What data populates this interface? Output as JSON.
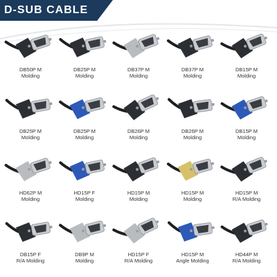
{
  "header": {
    "title": "D-SUB CABLE"
  },
  "colors": {
    "banner": "#1b3a5c",
    "shell_black": "#2b2e33",
    "shell_gray": "#b9bcbf",
    "shell_blue": "#2d59b8",
    "shell_yellow": "#d6c06a",
    "metal": "#c9ccd0"
  },
  "products": [
    {
      "name": "DB50P M",
      "type": "Molding",
      "color": "black",
      "icon": "db-connector-icon"
    },
    {
      "name": "DB25P M",
      "type": "Molding",
      "color": "black",
      "icon": "db-connector-icon"
    },
    {
      "name": "DB37P M",
      "type": "Molding",
      "color": "gray",
      "icon": "db-connector-icon"
    },
    {
      "name": "DB37P M",
      "type": "Molding",
      "color": "black",
      "icon": "db-connector-icon"
    },
    {
      "name": "DB15P M",
      "type": "Molding",
      "color": "black",
      "icon": "db-connector-icon"
    },
    {
      "name": "DB25P M",
      "type": "Molding",
      "color": "black",
      "icon": "db-connector-icon"
    },
    {
      "name": "DB25P M",
      "type": "Molding",
      "color": "blue",
      "icon": "db-connector-icon"
    },
    {
      "name": "DB26P M",
      "type": "Molding",
      "color": "black",
      "icon": "db-connector-icon"
    },
    {
      "name": "DB26P M",
      "type": "Molding",
      "color": "black",
      "icon": "db-connector-icon"
    },
    {
      "name": "DB15P M",
      "type": "Molding",
      "color": "blue",
      "icon": "db-connector-icon"
    },
    {
      "name": "HD62P M",
      "type": "Molding",
      "color": "gray",
      "icon": "db-connector-icon"
    },
    {
      "name": "HD15P F",
      "type": "Molding",
      "color": "blue",
      "icon": "vga-connector-icon"
    },
    {
      "name": "HD15P M",
      "type": "Molding",
      "color": "black",
      "icon": "vga-connector-icon"
    },
    {
      "name": "HD15P M",
      "type": "Molding",
      "color": "yellow",
      "icon": "vga-connector-icon"
    },
    {
      "name": "HD15P M",
      "type": "R/A Molding",
      "color": "black",
      "icon": "vga-connector-icon"
    },
    {
      "name": "DB15P F",
      "type": "R/A Molding",
      "color": "black",
      "icon": "db-connector-icon"
    },
    {
      "name": "DB9P M",
      "type": "Molding",
      "color": "gray",
      "icon": "db-connector-icon"
    },
    {
      "name": "HD15P F",
      "type": "R/A Molding",
      "color": "gray",
      "icon": "vga-connector-icon"
    },
    {
      "name": "HD15P M",
      "type": "Angle Molding",
      "color": "blue",
      "icon": "vga-connector-icon"
    },
    {
      "name": "HD44P M",
      "type": "R/A Molding",
      "color": "black",
      "icon": "db-connector-icon"
    }
  ]
}
